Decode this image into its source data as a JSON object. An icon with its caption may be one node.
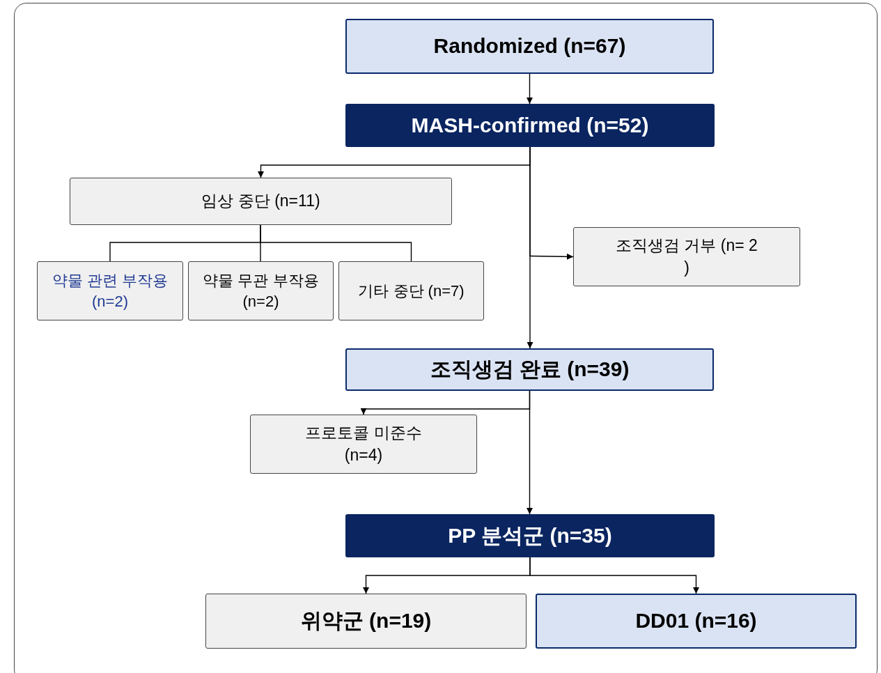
{
  "diagram": {
    "nodes": [
      {
        "text": [
          "Randomized (n=67)"
        ]
      },
      {
        "text": [
          "MASH-confirmed (n=52)"
        ]
      },
      {
        "text": [
          "임상 중단 (n=11)"
        ]
      },
      {
        "text": [
          "약물 관련 부작용 (n=2)"
        ]
      },
      {
        "text": [
          "약물 무관 부작용 (n=2)"
        ]
      },
      {
        "text": [
          "기타 중단 (n=7)"
        ]
      },
      {
        "text": [
          "조직생검 거부 (n= 2 )"
        ]
      },
      {
        "text": [
          "조직생검 완료 (n=39)"
        ]
      },
      {
        "text": [
          "프로토콜 미준수 (n=4)"
        ]
      },
      {
        "text": [
          "PP 분석군 (n=35)"
        ]
      },
      {
        "text": [
          "위약군 (n=19)"
        ]
      },
      {
        "text": [
          "DD01 (n=16)"
        ]
      }
    ],
    "edges": [
      {
        "from": 0,
        "to": 1,
        "arrow": "to"
      },
      {
        "from": 1,
        "to": 2,
        "arrow": "to"
      },
      {
        "from": 1,
        "to": 6,
        "arrow": "to"
      },
      {
        "from": 1,
        "to": 7,
        "arrow": "to"
      },
      {
        "from": 2,
        "to": 3,
        "arrow": "none"
      },
      {
        "from": 2,
        "to": 4,
        "arrow": "none"
      },
      {
        "from": 2,
        "to": 5,
        "arrow": "none"
      },
      {
        "from": 7,
        "to": 8,
        "arrow": "to"
      },
      {
        "from": 7,
        "to": 9,
        "arrow": "to"
      },
      {
        "from": 9,
        "to": 10,
        "arrow": "to"
      },
      {
        "from": 9,
        "to": 11,
        "arrow": "to"
      }
    ]
  }
}
